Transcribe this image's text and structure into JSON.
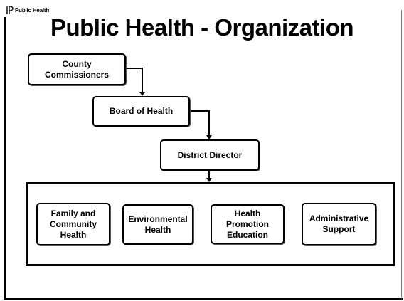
{
  "header": {
    "logo_text": "Public Health"
  },
  "title": "Public Health - Organization",
  "org_chart": {
    "levels": [
      {
        "id": "commissioners",
        "label": "County Commissioners"
      },
      {
        "id": "board",
        "label": "Board of Health"
      },
      {
        "id": "director",
        "label": "District Director"
      }
    ],
    "divisions": [
      {
        "id": "family",
        "label": "Family and Community Health"
      },
      {
        "id": "environmental",
        "label": "Environmental Health"
      },
      {
        "id": "promotion",
        "label": "Health Promotion Education"
      },
      {
        "id": "administrative",
        "label": "Administrative Support"
      }
    ]
  },
  "colors": {
    "background": "#ffffff",
    "line": "#000000"
  }
}
